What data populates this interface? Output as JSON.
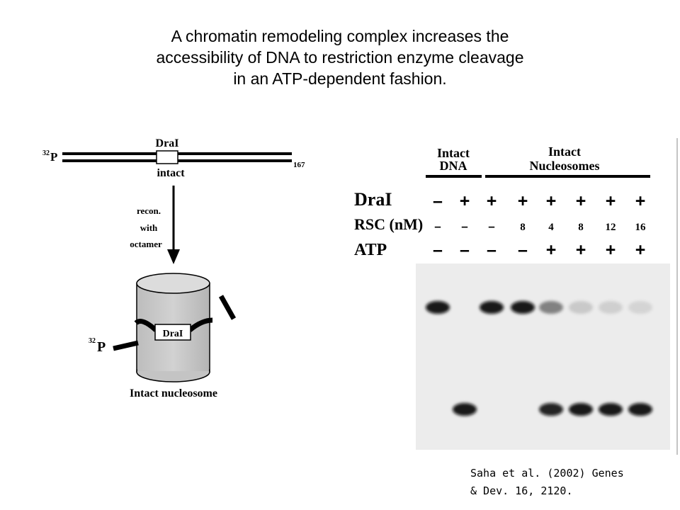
{
  "title": {
    "lines": [
      "A chromatin remodeling complex increases the",
      "accessibility of DNA to restriction enzyme cleavage",
      "in an ATP-dependent fashion."
    ]
  },
  "schematic": {
    "p32_top": "32P",
    "p32_top_sup": "32",
    "p32_top_letter": "P",
    "dral_top": "DraI",
    "intact": "intact",
    "end_167": "167",
    "arrow_label": [
      "recon.",
      "with",
      "octamer"
    ],
    "p32_bottom_sup": "32",
    "p32_bottom_letter": "P",
    "dral_box": "DraI",
    "caption": "Intact nucleosome"
  },
  "gel": {
    "group_intact_dna": [
      "Intact",
      "DNA"
    ],
    "group_nucleosomes": [
      "Intact",
      "Nucleosomes"
    ],
    "row_labels": {
      "dral": "DraI",
      "rsc": "RSC (nM)",
      "atp": "ATP"
    },
    "lanes": [
      {
        "dral": "–",
        "rsc": "–",
        "atp": "–",
        "top_band": 0.95,
        "bottom_band": 0
      },
      {
        "dral": "+",
        "rsc": "–",
        "atp": "–",
        "top_band": 0,
        "bottom_band": 0.95
      },
      {
        "dral": "+",
        "rsc": "–",
        "atp": "–",
        "top_band": 0.95,
        "bottom_band": 0
      },
      {
        "dral": "+",
        "rsc": "8",
        "atp": "–",
        "top_band": 0.95,
        "bottom_band": 0
      },
      {
        "dral": "+",
        "rsc": "4",
        "atp": "+",
        "top_band": 0.45,
        "bottom_band": 0.9
      },
      {
        "dral": "+",
        "rsc": "8",
        "atp": "+",
        "top_band": 0.15,
        "bottom_band": 0.95
      },
      {
        "dral": "+",
        "rsc": "12",
        "atp": "+",
        "top_band": 0.12,
        "bottom_band": 0.95
      },
      {
        "dral": "+",
        "rsc": "16",
        "atp": "+",
        "top_band": 0.1,
        "bottom_band": 0.95
      }
    ]
  },
  "citation": {
    "line1": "Saha et al. (2002) Genes",
    "line2": "& Dev. 16, 2120."
  }
}
